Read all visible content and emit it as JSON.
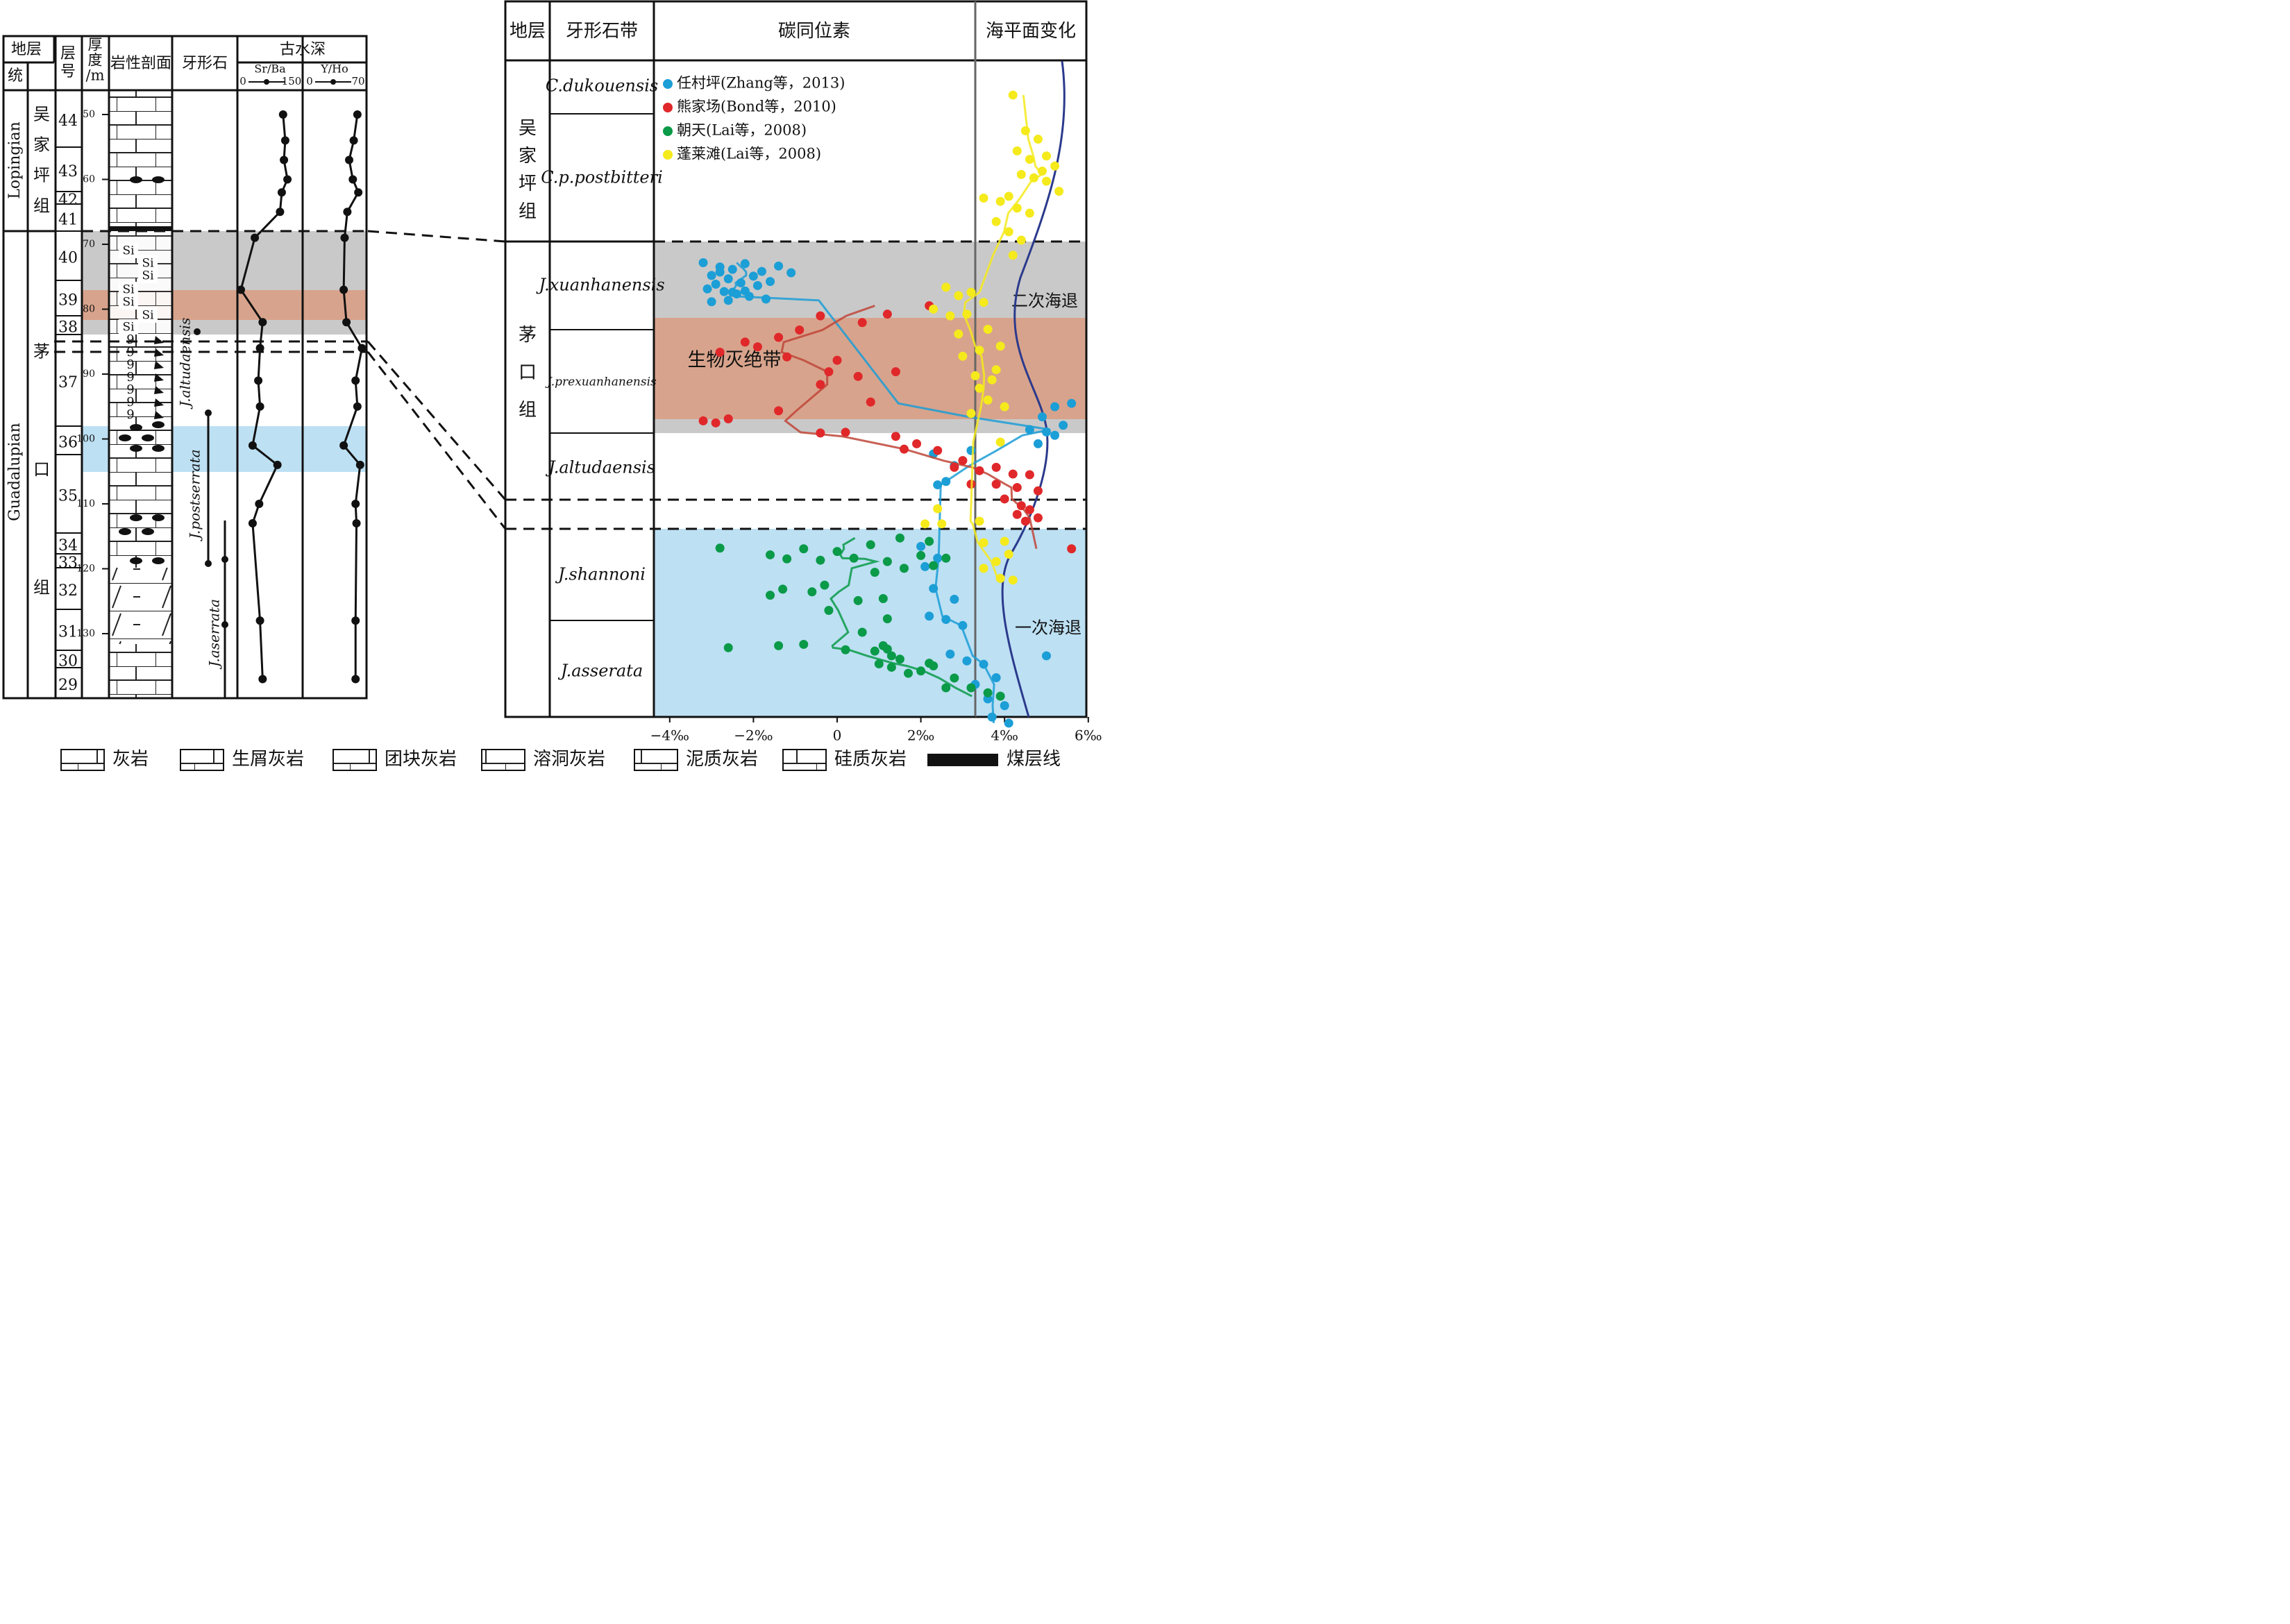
{
  "left": {
    "headers": {
      "strata": "地层",
      "series": "统",
      "bed": "层\n号",
      "thickness": "厚\n度\n/m",
      "litho": "岩性剖面",
      "conodont": "牙形石",
      "water_depth": "古水深",
      "srba": "Sr/Ba",
      "srba_min": "0",
      "srba_max": "150",
      "yho": "Y/Ho",
      "yho_min": "0",
      "yho_max": "70"
    },
    "series": [
      "Lopingian",
      "Guadalupian"
    ],
    "formations": [
      "吴\n家\n坪\n组",
      "茅\n口\n组"
    ],
    "beds": [
      "44",
      "43",
      "42",
      "41",
      "40",
      "39",
      "38",
      "37",
      "36",
      "35",
      "34",
      "33",
      "32",
      "31",
      "30",
      "29"
    ],
    "depth_ticks": [
      "50",
      "60",
      "70",
      "80",
      "90",
      "100",
      "110",
      "120",
      "130"
    ],
    "conodonts": [
      "J.altudaensis",
      "J.postserrata",
      "J.aserrata"
    ],
    "srba_depths": [
      50,
      54,
      57,
      60,
      62,
      65,
      69,
      77,
      82,
      86,
      91,
      95,
      101,
      104,
      110,
      113,
      128,
      137
    ],
    "srba_values": [
      105,
      110,
      107,
      115,
      102,
      98,
      40,
      8,
      58,
      52,
      48,
      52,
      35,
      92,
      50,
      35,
      52,
      58
    ],
    "yho_depths": [
      50,
      54,
      57,
      60,
      62,
      65,
      69,
      77,
      82,
      86,
      91,
      95,
      101,
      104,
      110,
      113,
      128,
      137
    ],
    "yho_values": [
      60,
      56,
      51,
      55,
      61,
      49,
      46,
      45,
      48,
      65,
      58,
      60,
      45,
      63,
      58,
      59,
      58,
      58
    ]
  },
  "right": {
    "headers": {
      "strata": "地层",
      "conodont_zone": "牙形石带",
      "carbon": "碳同位素",
      "sea_level": "海平面变化"
    },
    "formations": [
      "吴\n家\n坪\n组",
      "茅\n口\n组"
    ],
    "zones": [
      "C.dukouensis",
      "C.p.postbitteri",
      "J.xuanhanensis",
      "J.prexuanhanensis",
      "J.altudaensis",
      "J.shannoni",
      "J.asserata"
    ],
    "legend": [
      {
        "label": "任村坪(Zhang等，2013)",
        "color": "#1c9ed6"
      },
      {
        "label": "熊家场(Bond等，2010)",
        "color": "#e0282a"
      },
      {
        "label": "朝天(Lai等，2008)",
        "color": "#0a9a48"
      },
      {
        "label": "蓬莱滩(Lai等，2008)",
        "color": "#f5ea1c"
      }
    ],
    "extinction_label": "生物灭绝带",
    "regression2": "二次海退",
    "regression1": "一次海退",
    "x_ticks": [
      "−4‰",
      "−2‰",
      "0",
      "2‰",
      "4‰",
      "6‰"
    ]
  },
  "legend_bottom": [
    "灰岩",
    "生屑灰岩",
    "团块灰岩",
    "溶洞灰岩",
    "泥质灰岩",
    "硅质灰岩",
    "煤层线"
  ],
  "colors": {
    "grey_band": "#c9c9c9",
    "extinction_band": "#d8a38c",
    "blue_band": "#bde0f3",
    "sea_curve": "#2b3a8c"
  },
  "chart_data": {
    "type": "scatter",
    "title": "碳同位素",
    "xlabel": "",
    "ylabel": "",
    "xlim": [
      -4,
      6
    ],
    "x_ticks": [
      "−4‰",
      "−2‰",
      "0",
      "2‰",
      "4‰",
      "6‰"
    ],
    "series": [
      {
        "name": "任村坪(Zhang等，2013)",
        "color": "#1c9ed6",
        "d13C": [
          -3.2,
          -2.8,
          -2.5,
          -2.2,
          -1.8,
          -1.4,
          -1.1,
          -3.0,
          -2.6,
          -2.3,
          -1.9,
          -3.1,
          -2.7,
          -2.4,
          -2.0,
          -1.6,
          -2.9,
          -2.5,
          -2.1,
          -1.7,
          -3.0,
          -2.6,
          -2.2,
          -2.8,
          5.2,
          5.6,
          4.9,
          5.4,
          5.0,
          4.6,
          5.2,
          4.8,
          2.3,
          2.8,
          3.2,
          2.6,
          2.4,
          2.0,
          2.4,
          2.1,
          2.3,
          2.8,
          2.2,
          2.6,
          3.0,
          2.7,
          3.1,
          3.5,
          3.3,
          3.8,
          3.6,
          4.0,
          3.7,
          4.1,
          5.0
        ],
        "position": [
          7.02,
          7.15,
          7.22,
          7.05,
          7.28,
          7.12,
          7.32,
          7.4,
          7.5,
          7.62,
          7.7,
          7.8,
          7.88,
          7.95,
          7.42,
          7.58,
          7.66,
          7.9,
          8.02,
          8.1,
          8.18,
          8.14,
          7.86,
          7.3,
          11.3,
          11.2,
          11.6,
          11.85,
          12.05,
          11.98,
          12.15,
          12.4,
          12.7,
          13.05,
          12.6,
          13.52,
          13.62,
          15.45,
          15.8,
          16.05,
          16.7,
          17.02,
          17.52,
          17.62,
          17.8,
          18.65,
          18.85,
          18.95,
          19.55,
          19.35,
          19.98,
          20.18,
          20.52,
          20.7,
          18.7
        ]
      },
      {
        "name": "熊家场(Bond等，2010)",
        "color": "#e0282a",
        "d13C": [
          2.2,
          1.2,
          0.6,
          -0.4,
          -0.9,
          -1.4,
          -2.2,
          -2.8,
          -1.9,
          -1.2,
          0,
          -0.2,
          0.5,
          1.4,
          -0.4,
          0.8,
          -1.4,
          -2.6,
          -3.2,
          -2.9,
          -0.4,
          0.2,
          1.4,
          1.9,
          1.6,
          2.4,
          3.0,
          2.8,
          3.4,
          3.8,
          4.2,
          4.6,
          3.2,
          3.8,
          4.3,
          4.8,
          4.0,
          4.4,
          4.6,
          4.3,
          4.8,
          4.5,
          5.6
        ],
        "position": [
          8.3,
          8.55,
          8.8,
          8.6,
          9.02,
          9.24,
          9.38,
          9.68,
          9.52,
          9.82,
          9.92,
          10.26,
          10.4,
          10.26,
          10.64,
          11.16,
          11.42,
          11.66,
          11.72,
          11.78,
          12.08,
          12.06,
          12.18,
          12.4,
          12.56,
          12.6,
          12.9,
          13.1,
          13.2,
          13.1,
          13.3,
          13.32,
          13.6,
          13.6,
          13.7,
          13.8,
          14.04,
          14.24,
          14.36,
          14.5,
          14.6,
          14.7,
          15.52
        ]
      },
      {
        "name": "朝天(Lai等，2008)",
        "color": "#0a9a48",
        "d13C": [
          2.2,
          1.5,
          0.8,
          0,
          -0.8,
          -1.6,
          -2.8,
          -1.2,
          -0.4,
          0.4,
          1.2,
          2.0,
          2.6,
          2.3,
          1.6,
          0.9,
          -0.3,
          -1.3,
          -1.6,
          -0.6,
          0.5,
          1.1,
          -0.2,
          1.2,
          0.6,
          1.1,
          1.2,
          -0.8,
          -1.4,
          -2.6,
          0.2,
          0.9,
          1.3,
          1.5,
          2.2,
          1.0,
          1.3,
          1.7,
          2.0,
          2.3,
          2.8,
          3.2,
          2.6,
          3.6,
          3.9
        ],
        "position": [
          15.3,
          15.2,
          15.4,
          15.6,
          15.52,
          15.7,
          15.5,
          15.82,
          15.86,
          15.8,
          15.9,
          15.72,
          15.8,
          16.02,
          16.1,
          16.22,
          16.6,
          16.72,
          16.9,
          16.8,
          17.06,
          17.0,
          17.35,
          17.6,
          18.0,
          18.4,
          18.5,
          18.36,
          18.4,
          18.46,
          18.52,
          18.56,
          18.7,
          18.8,
          18.92,
          18.94,
          19.04,
          19.22,
          19.15,
          19.0,
          19.36,
          19.65,
          19.65,
          19.8,
          19.9
        ]
      },
      {
        "name": "蓬莱滩(Lai等，2008)",
        "color": "#f5ea1c",
        "d13C": [
          4.2,
          4.5,
          4.8,
          4.3,
          5.0,
          4.6,
          5.2,
          4.9,
          4.4,
          4.7,
          5.0,
          5.3,
          4.1,
          3.5,
          3.9,
          4.3,
          4.6,
          3.8,
          4.1,
          4.4,
          4.2,
          2.6,
          2.9,
          3.2,
          2.3,
          2.7,
          3.1,
          3.5,
          2.9,
          3.6,
          3.9,
          3.4,
          3.0,
          3.8,
          3.3,
          3.7,
          3.4,
          3.6,
          4.0,
          3.2,
          3.9,
          2.4,
          2.1,
          3.4,
          2.5,
          4.0,
          3.5,
          4.1,
          3.8,
          3.5,
          3.9,
          4.2
        ],
        "position": [
          2.04,
          3.1,
          3.35,
          3.7,
          3.85,
          3.95,
          4.15,
          4.3,
          4.4,
          4.5,
          4.6,
          4.9,
          5.05,
          5.1,
          5.2,
          5.4,
          5.55,
          5.8,
          6.1,
          6.35,
          6.8,
          7.75,
          8.0,
          7.9,
          8.4,
          8.6,
          8.55,
          8.2,
          9.14,
          9.0,
          9.5,
          9.62,
          9.8,
          10.2,
          10.38,
          10.5,
          10.75,
          11.1,
          11.3,
          11.5,
          12.35,
          14.33,
          14.78,
          14.7,
          14.78,
          15.3,
          15.34,
          15.68,
          15.9,
          16.1,
          16.4,
          16.45
        ]
      }
    ]
  }
}
